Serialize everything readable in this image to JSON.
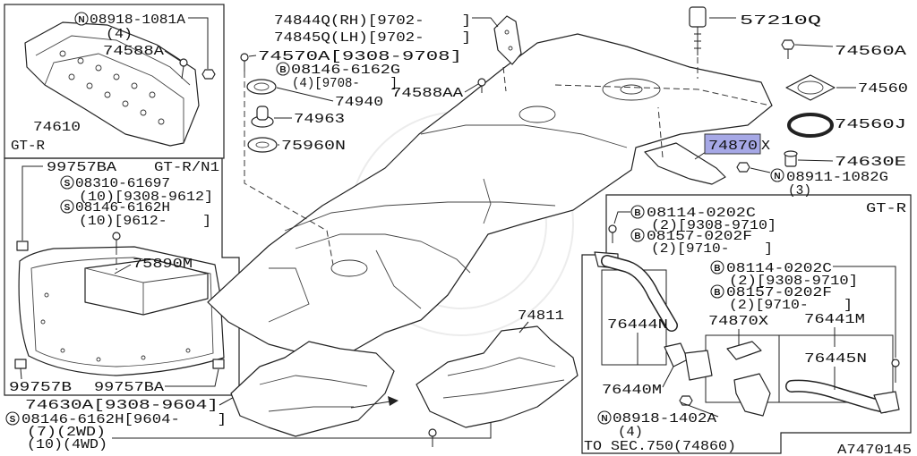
{
  "figure_code": "A7470145",
  "colors": {
    "highlight": "#a6a8e6"
  },
  "top_left_box": {
    "variant": "GT-R",
    "nut": {
      "circle_letter": "N",
      "part_no": "08918-1081A",
      "qty": "(4)"
    },
    "bolt": "74588A",
    "panel": "74610"
  },
  "middle_left_box": {
    "clip_top": "99757BA",
    "variant": "GT-R/N1",
    "screw_a": {
      "circle_letter": "S",
      "part_no": "08310-61697",
      "qty": "(10)[9308-9612]"
    },
    "screw_b": {
      "circle_letter": "S",
      "part_no": "08146-6162H",
      "qty": "(10)[9612-    ]"
    },
    "tray": "75890M",
    "clip_left": "99757B",
    "clip_bottom": "99757BA"
  },
  "lower_left": {
    "cover": "74630A[9308-9604]",
    "screw": {
      "circle_letter": "S",
      "part_no": "08146-6162H[9604-    ]",
      "qty_2wd": "(7)(2WD)",
      "qty_4wd": "(10)(4WD)"
    }
  },
  "top_center": {
    "bracket_rh": "74844Q(RH)[9702-    ]",
    "bracket_lh": "74845Q(LH)[9702-    ]",
    "bolt": "74570A[9308-9708]",
    "bolt_alt": {
      "circle_letter": "B",
      "part_no": "08146-6162G",
      "qty": "(4)[9708-    ]"
    },
    "bracket_bolt": "74588AA",
    "pad": "74940",
    "grommet": "74963",
    "seal": "75960N"
  },
  "top_right": {
    "plug": "57210Q",
    "bolt": "74560A",
    "plate": "74560",
    "ring": "74560J",
    "bracket_highlight": "74870",
    "bracket_suffix": "X",
    "cap": "74630E",
    "nut": {
      "circle_letter": "N",
      "part_no": "08911-1082G",
      "qty": "(3)"
    }
  },
  "under_cover": "74811",
  "right_box": {
    "variant": "GT-R",
    "bolt_a": {
      "circle_letter": "B",
      "part_no": "08114-0202C",
      "qty": "(2)[9308-9710]"
    },
    "bolt_b": {
      "circle_letter": "B",
      "part_no": "08157-0202F",
      "qty": "(2)[9710-    ]"
    },
    "bolt_c": {
      "circle_letter": "B",
      "part_no": "08114-0202C",
      "qty": "(2)[9308-9710]"
    },
    "bolt_d": {
      "circle_letter": "B",
      "part_no": "08157-0202F",
      "qty": "(2)[9710-    ]"
    },
    "tube_front": "76444N",
    "bracket": "74870X",
    "tube_rear": "76441M",
    "tube_rear_b": "76445N",
    "tube_assy": "76440M",
    "nut": {
      "circle_letter": "N",
      "part_no": "08918-1402A",
      "qty": "(4)"
    },
    "reference": "TO SEC.750(74860)"
  }
}
